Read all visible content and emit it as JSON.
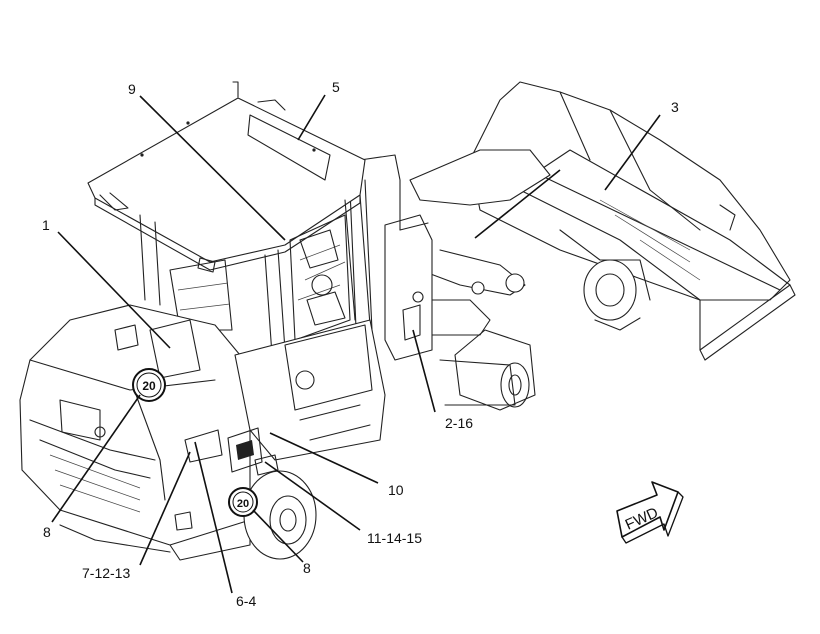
{
  "callouts": [
    {
      "id": "c1",
      "text": "1"
    },
    {
      "id": "c9",
      "text": "9"
    },
    {
      "id": "c5",
      "text": "5"
    },
    {
      "id": "c3",
      "text": "3"
    },
    {
      "id": "c2_16",
      "text": "2-16"
    },
    {
      "id": "c10",
      "text": "10"
    },
    {
      "id": "c11_14_15",
      "text": "11-14-15"
    },
    {
      "id": "c8_right",
      "text": "8"
    },
    {
      "id": "c8_left",
      "text": "8"
    },
    {
      "id": "c7_12_13",
      "text": "7-12-13"
    },
    {
      "id": "c6_4",
      "text": "6-4"
    }
  ],
  "decal_text": {
    "speed_left": "20",
    "speed_right": "20"
  },
  "direction_arrow": {
    "text": "FWD"
  },
  "icons": [
    "forward-direction-arrow-icon",
    "speed-limit-decal-icon"
  ]
}
